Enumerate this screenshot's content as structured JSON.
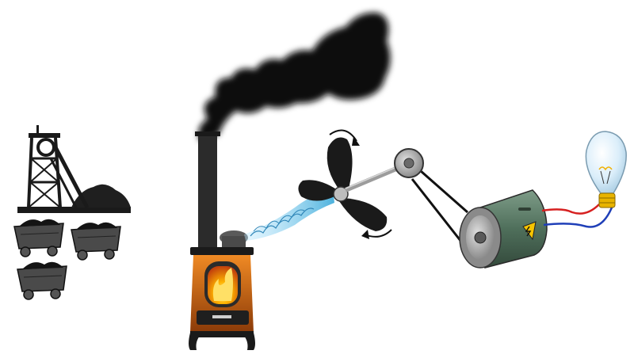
{
  "diagram": {
    "components": [
      {
        "id": "coal-mine",
        "icon": "mine-headframe-icon"
      },
      {
        "id": "coal-carts",
        "icon": "mine-cart-icon",
        "count": 3
      },
      {
        "id": "stove",
        "icon": "wood-stove-icon"
      },
      {
        "id": "smoke",
        "icon": "smoke-plume-icon"
      },
      {
        "id": "steam-jet",
        "icon": "steam-icon"
      },
      {
        "id": "turbine",
        "icon": "propeller-turbine-icon"
      },
      {
        "id": "belt-drive",
        "icon": "pulley-belt-icon"
      },
      {
        "id": "generator",
        "icon": "electric-generator-icon"
      },
      {
        "id": "wires",
        "icon": "wire-icon"
      },
      {
        "id": "light-bulb",
        "icon": "light-bulb-icon"
      }
    ],
    "colors": {
      "ink": "#1a1a1a",
      "smoke": "#0d0d0d",
      "stove_body": "#2b2b2b",
      "fire_glow": "#e8781c",
      "steam": "#7fd3f0",
      "generator_body": "#5a7a66",
      "pulley": "#a9a9a9",
      "wire_red": "#d62020",
      "wire_blue": "#1f3fb8",
      "bulb_glass": "#cfe6f5",
      "bulb_base": "#e8b400",
      "warning": "#f5c400"
    }
  }
}
